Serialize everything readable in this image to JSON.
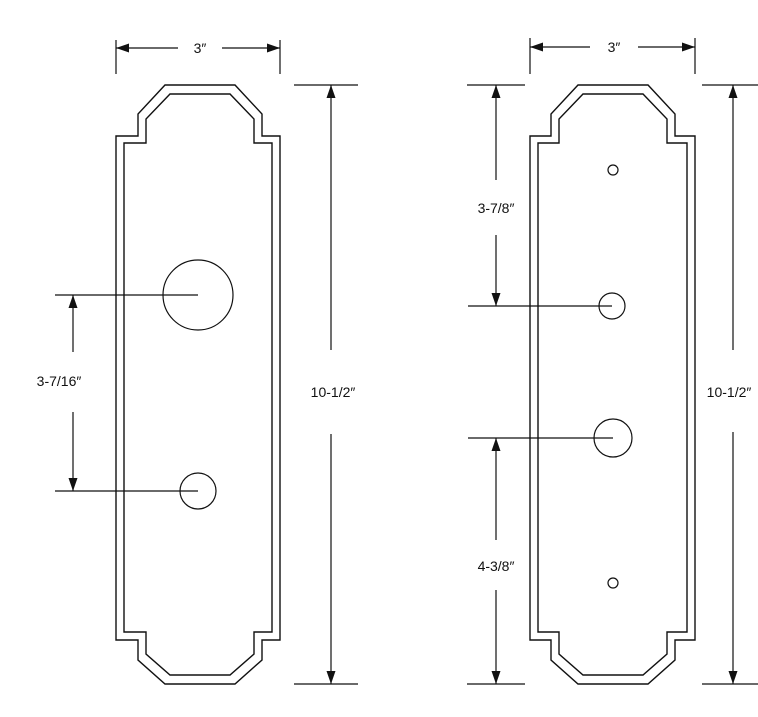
{
  "plate_left": {
    "width_label": "3″",
    "height_label": "10-1/2″",
    "hole_spacing_label": "3-7/16″"
  },
  "plate_right": {
    "width_label": "3″",
    "height_label": "10-1/2″",
    "top_spacing_label": "3-7/8″",
    "bottom_spacing_label": "4-3/8″"
  }
}
